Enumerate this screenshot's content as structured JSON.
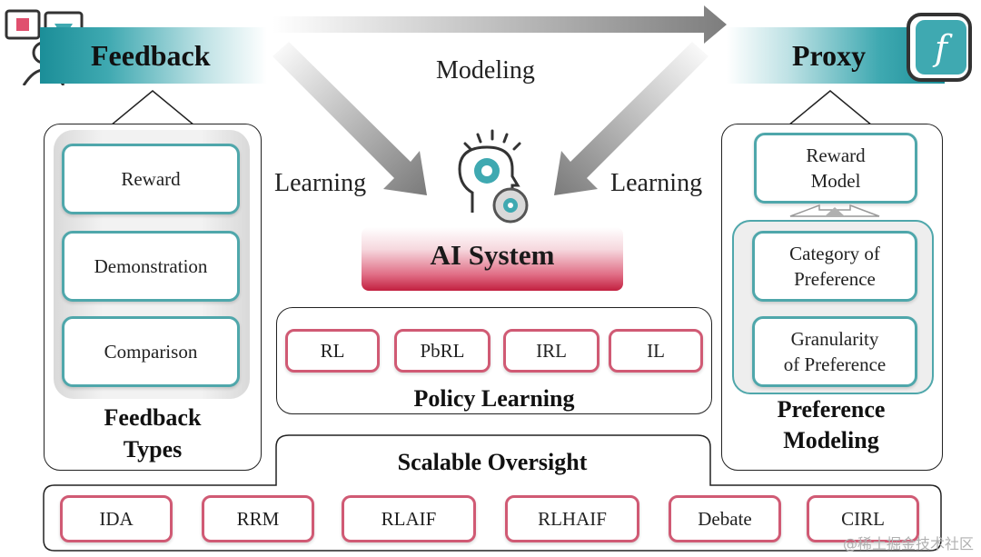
{
  "top": {
    "feedback": "Feedback",
    "proxy": "Proxy",
    "modeling": "Modeling",
    "learning_left": "Learning",
    "learning_right": "Learning"
  },
  "ai_system": {
    "label": "AI System"
  },
  "feedback_types": {
    "items": [
      "Reward",
      "Demonstration",
      "Comparison"
    ],
    "title_line1": "Feedback",
    "title_line2": "Types"
  },
  "policy_learning": {
    "items": [
      "RL",
      "PbRL",
      "IRL",
      "IL"
    ],
    "title": "Policy Learning"
  },
  "preference_modeling": {
    "reward_model_line1": "Reward",
    "reward_model_line2": "Model",
    "items": [
      [
        "Category of",
        "Preference"
      ],
      [
        "Granularity",
        "of Preference"
      ]
    ],
    "title_line1": "Preference",
    "title_line2": "Modeling"
  },
  "scalable_oversight": {
    "title": "Scalable Oversight",
    "items": [
      "IDA",
      "RRM",
      "RLAIF",
      "RLHAIF",
      "Debate",
      "CIRL"
    ]
  },
  "watermark": "@稀土掘金技术社区",
  "colors": {
    "teal": "#4fa7ab",
    "banner_teal": "#1b8e98",
    "red": "#d05a74",
    "ai_red": "#c2203f"
  },
  "icons": [
    "feedback-person-icon",
    "proxy-function-icon",
    "ai-brain-gear-icon"
  ]
}
